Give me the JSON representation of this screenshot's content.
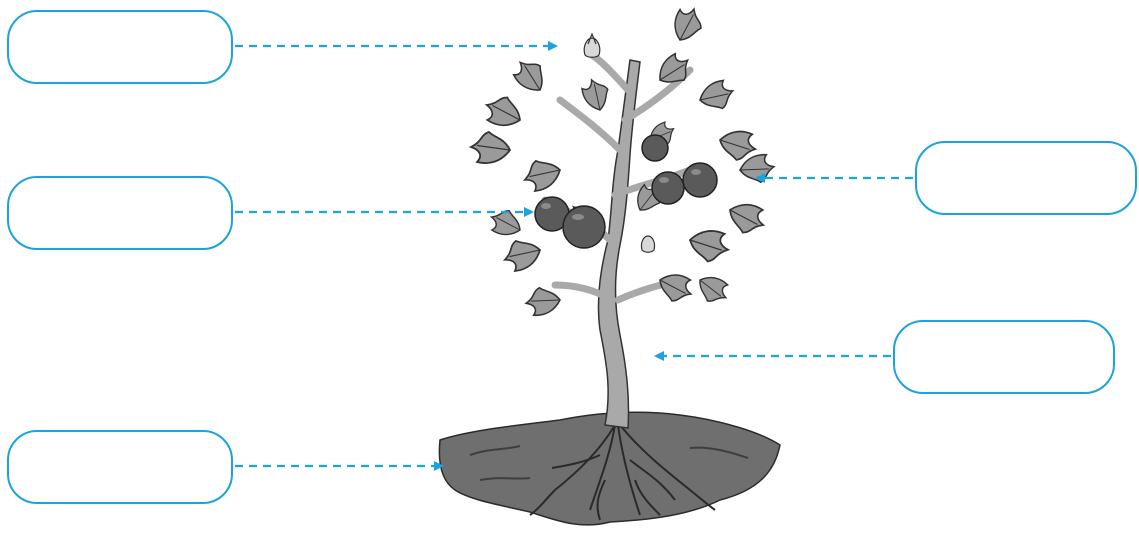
{
  "diagram": {
    "label_boxes": [
      {
        "id": "flower",
        "text": ""
      },
      {
        "id": "fruit",
        "text": ""
      },
      {
        "id": "root",
        "text": ""
      },
      {
        "id": "leaf",
        "text": ""
      },
      {
        "id": "stem",
        "text": ""
      }
    ],
    "colors": {
      "arrow": "#1aa3dc",
      "box_border": "#1aa3dc",
      "plant_fill": "#8c8c8c",
      "plant_outline": "#333333",
      "soil": "#6f6f6f",
      "fruit": "#5a5a5a"
    }
  }
}
